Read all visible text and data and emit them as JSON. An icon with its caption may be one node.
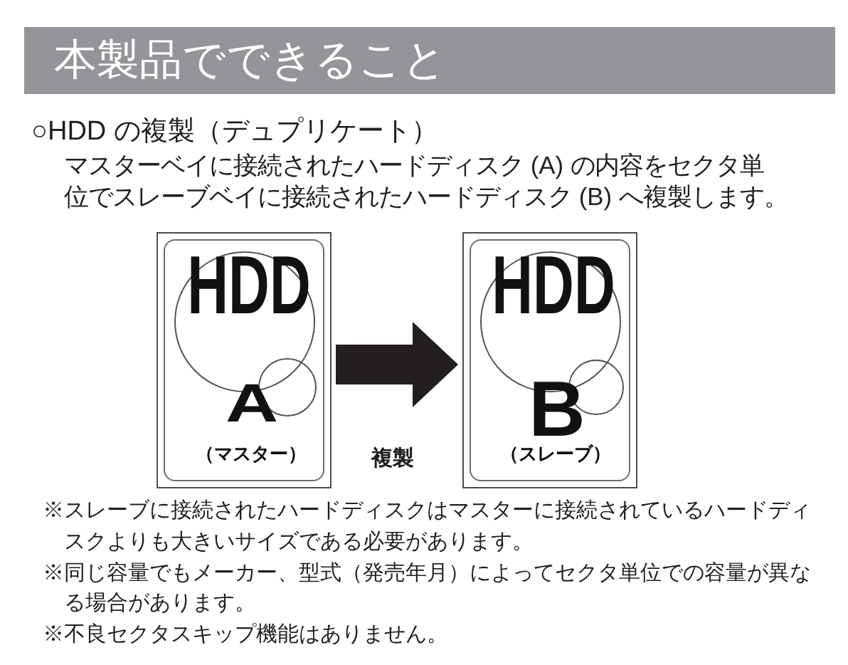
{
  "diagram": {
    "title": "本製品でできること",
    "nodes": [
      {
        "text": [
          "HDD",
          "A",
          "（マスター）"
        ]
      },
      {
        "text": [
          "HDD",
          "B",
          "（スレーブ）"
        ]
      }
    ],
    "edges": [
      {
        "from": 0,
        "to": 1,
        "arrow": "to",
        "label": "複製"
      }
    ],
    "labels": [
      "○HDD の複製（デュプリケート）",
      "マスターベイに接続されたハードディスク (A) の内容をセクタ単位でスレーブベイに接続されたハードディスク (B) へ複製します。",
      "※スレーブに接続されたハードディスクはマスターに接続されているハードディスクよりも大きいサイズである必要があります。",
      "※同じ容量でもメーカー、型式（発売年月）によってセクタ単位での容量が異なる場合があります。",
      "※不良セクタスキップ機能はありません。"
    ]
  }
}
